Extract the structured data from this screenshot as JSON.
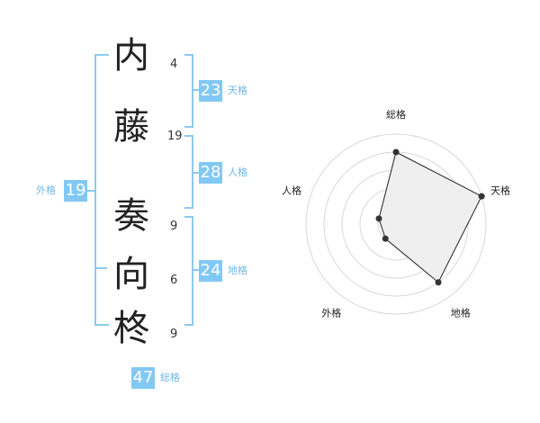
{
  "name": {
    "chars": [
      {
        "char": "内",
        "strokes": "4"
      },
      {
        "char": "藤",
        "strokes": "19"
      },
      {
        "char": "奏",
        "strokes": "9"
      },
      {
        "char": "向",
        "strokes": "6"
      },
      {
        "char": "柊",
        "strokes": "9"
      }
    ]
  },
  "fortunes": {
    "tenkaku": {
      "value": "23",
      "label": "天格"
    },
    "jinkaku": {
      "value": "28",
      "label": "人格"
    },
    "chikaku": {
      "value": "24",
      "label": "地格"
    },
    "gaikaku": {
      "value": "19",
      "label": "外格"
    },
    "soukaku": {
      "value": "47",
      "label": "総格"
    }
  },
  "colors": {
    "accent": "#82c8f4",
    "bracket": "#8ccaf0",
    "radar_fill": "#efefef",
    "radar_line": "#222222",
    "grid": "#d8d8d8"
  },
  "chart_data": {
    "type": "radar",
    "axes": [
      "総格",
      "天格",
      "地格",
      "外格",
      "人格"
    ],
    "values": [
      4,
      5,
      4,
      1,
      1
    ],
    "rmax": 5,
    "rings": 5
  }
}
